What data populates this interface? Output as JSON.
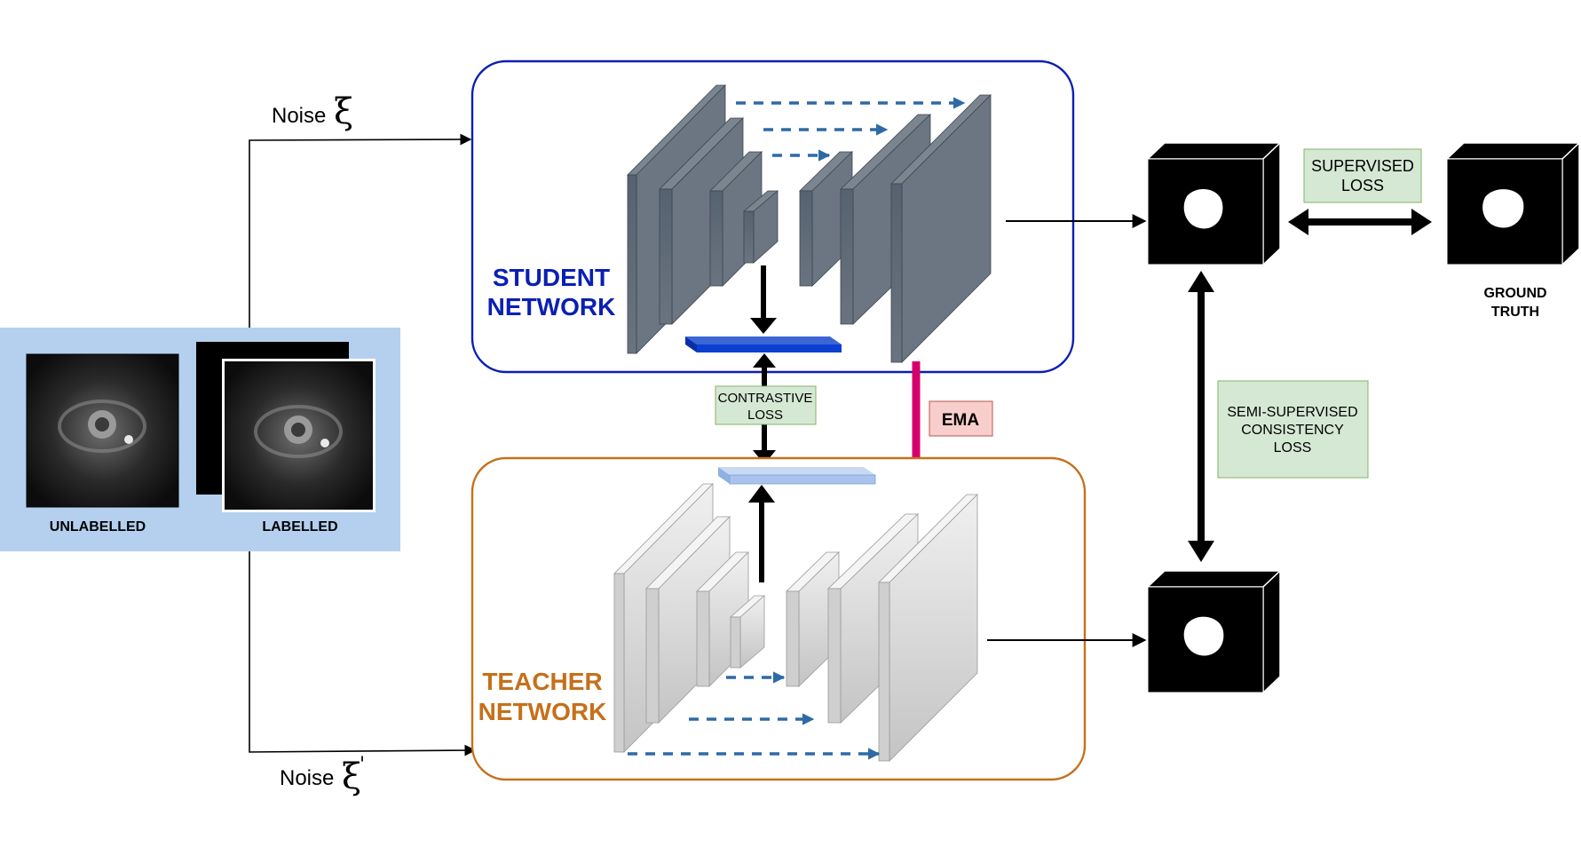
{
  "inputs": {
    "unlabelled": "UNLABELLED",
    "labelled": "LABELLED"
  },
  "noise": {
    "top_word": "Noise",
    "top_symbol": "ξ",
    "bottom_word": "Noise",
    "bottom_symbol": "ξ",
    "bottom_prime": "'"
  },
  "student": {
    "line1": "STUDENT",
    "line2": "NETWORK",
    "color": "#0a1fb4"
  },
  "teacher": {
    "line1": "TEACHER",
    "line2": "NETWORK",
    "color": "#c5701a"
  },
  "losses": {
    "contrastive_1": "CONTRASTIVE",
    "contrastive_2": "LOSS",
    "ema": "EMA",
    "supervised_1": "SUPERVISED",
    "supervised_2": "LOSS",
    "semi_1": "SEMI-SUPERVISED",
    "semi_2": "CONSISTENCY",
    "semi_3": "LOSS"
  },
  "ground_truth": {
    "line1": "GROUND",
    "line2": "TRUTH"
  },
  "colors": {
    "input_panel": "#b4d0ee",
    "student_border": "#0a1fb4",
    "teacher_border": "#c5701a",
    "ema_arrow": "#d6006d",
    "ema_box": "#f8cecc",
    "loss_box": "#d5e8d4",
    "skip_arrow": "#2e6aa6",
    "student_block": "#5c6875",
    "teacher_block": "#d6d6d6"
  }
}
